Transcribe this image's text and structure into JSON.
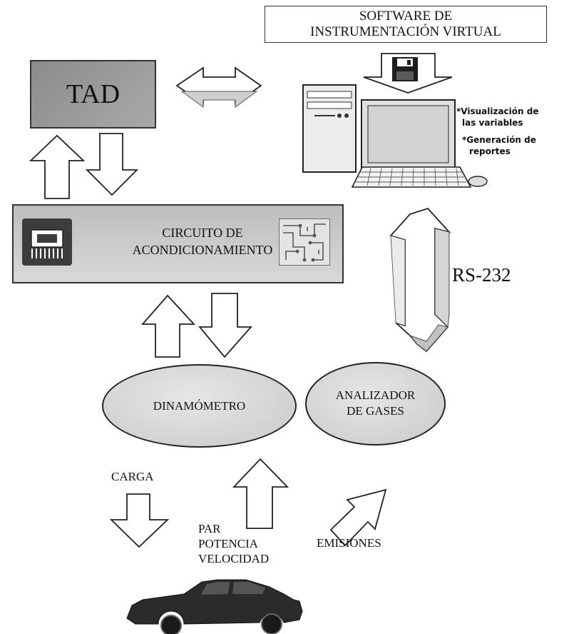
{
  "software_box": {
    "line1": "SOFTWARE   DE",
    "line2": "INSTRUMENTACIÓN VIRTUAL"
  },
  "tad_box": {
    "label": "TAD"
  },
  "computer_notes": {
    "note1_line1": "*Visualización de",
    "note1_line2": "las variables",
    "note2_line1": "*Generación de",
    "note2_line2": "reportes"
  },
  "circuit_box": {
    "line1": "CIRCUITO DE",
    "line2": "ACONDICIONAMIENTO"
  },
  "link_label": "RS-232",
  "dinamometro": {
    "label": "DINAMÓMETRO"
  },
  "analizador": {
    "line1": "ANALIZADOR",
    "line2": "DE GASES"
  },
  "flow_labels": {
    "carga": "CARGA",
    "par": "PAR",
    "potencia": "POTENCIA",
    "velocidad": "VELOCIDAD",
    "emisiones": "EMISIONES"
  },
  "colors": {
    "stroke": "#222222",
    "arrow_fill": "#ffffff",
    "arrow_shade": "#c8c8c8",
    "box_dark": "#9a9a9a",
    "box_light": "#d4d4d4",
    "car": "#2b2b2b"
  },
  "icons": [
    "floppy-disk-icon",
    "desktop-computer-icon",
    "chip-icon",
    "circuit-board-icon",
    "car-icon"
  ]
}
